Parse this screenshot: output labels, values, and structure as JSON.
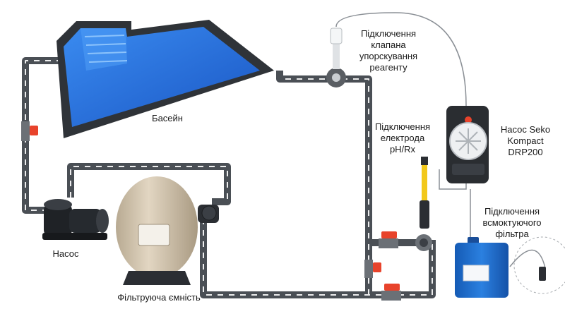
{
  "labels": {
    "pool": "Басейн",
    "pump": "Насос",
    "filter": "Фільтруюча ємність",
    "injection_valve": "Підключення\nклапана\nупорскування\nреагенту",
    "electrode": "Підключення\nелектрода\npH/Rx",
    "dosing_pump": "Насос Seko\nKompact\nDRP200",
    "suction_filter": "Підключення\nвсмоктуючого\nфільтра"
  },
  "colors": {
    "pipe": "#4a4f55",
    "pipe_dash": "#ffffff",
    "valve_handle": "#e8432b",
    "pool_water": "#1f6fe0",
    "pool_frame": "#2f3338",
    "filter_tank": "#cdbfa9",
    "electrode": "#f2c81a",
    "canister": "#1e6fd1",
    "dosing_pump_body": "#2a2d31",
    "dosing_pump_accent": "#e8432b"
  },
  "icons": {
    "pool": "swimming-pool-icon",
    "pump": "circulation-pump-icon",
    "filter": "sand-filter-tank-icon",
    "dosing_pump": "dosing-pump-icon",
    "canister": "chemical-canister-icon",
    "electrode": "ph-electrode-icon",
    "suction_filter": "suction-filter-icon",
    "injection_valve": "injection-valve-icon"
  }
}
